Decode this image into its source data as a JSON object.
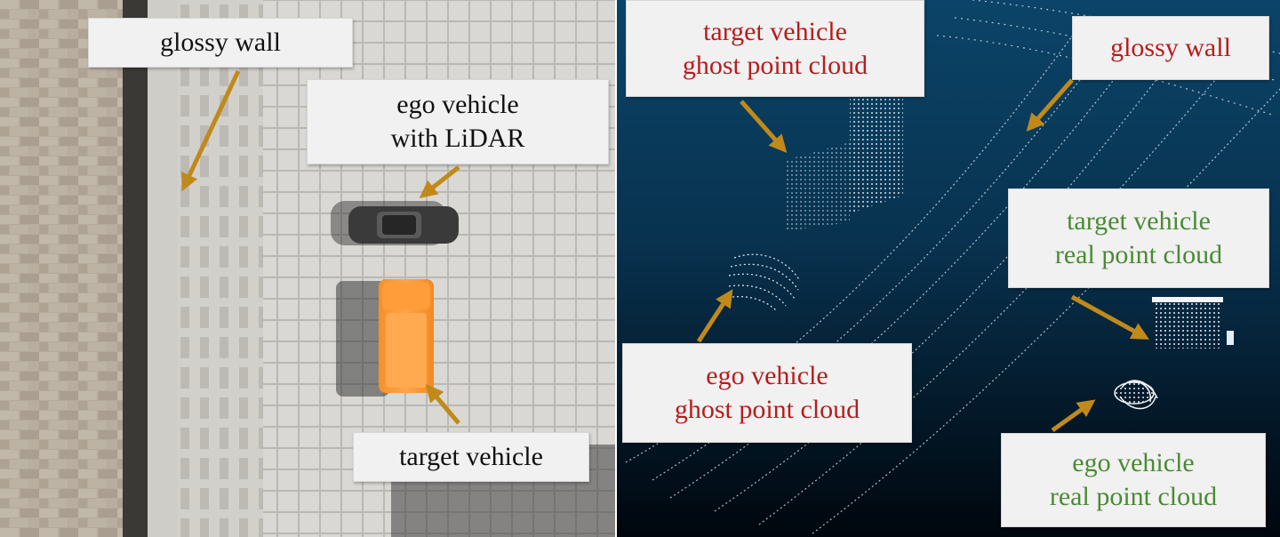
{
  "left_panel": {
    "labels": {
      "glossy_wall": [
        "glossy wall"
      ],
      "ego_vehicle": [
        "ego vehicle",
        "with LiDAR"
      ],
      "target_vehicle": [
        "target vehicle"
      ]
    }
  },
  "right_panel": {
    "labels": {
      "target_ghost": [
        "target vehicle",
        "ghost point cloud"
      ],
      "glossy_wall": [
        "glossy wall"
      ],
      "target_real": [
        "target vehicle",
        "real point cloud"
      ],
      "ego_ghost": [
        "ego vehicle",
        "ghost point cloud"
      ],
      "ego_real": [
        "ego vehicle",
        "real point cloud"
      ]
    }
  },
  "colors": {
    "arrow": "#c08a1a",
    "ghost_text": "#b71c1c",
    "real_text": "#4a8a34",
    "label_background": "#f1f1f1",
    "lidar_background": "#0a3a5c"
  }
}
